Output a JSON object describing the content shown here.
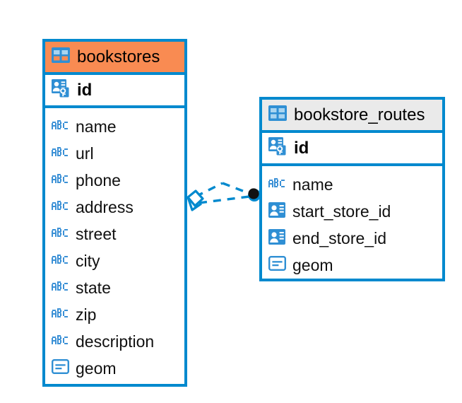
{
  "diagram": {
    "type": "entity-relationship-diagram",
    "background": "#ffffff",
    "accent_color": "#0089CE",
    "highlight_color": "#F98B52",
    "header_neutral_color": "#EAEAEA"
  },
  "entities": [
    {
      "name": "bookstores",
      "header_style": "highlighted-orange",
      "primary_key": {
        "label": "id",
        "icon": "primary-key-icon"
      },
      "fields": [
        {
          "label": "name",
          "icon": "abc-text-icon"
        },
        {
          "label": "url",
          "icon": "abc-text-icon"
        },
        {
          "label": "phone",
          "icon": "abc-text-icon"
        },
        {
          "label": "address",
          "icon": "abc-text-icon"
        },
        {
          "label": "street",
          "icon": "abc-text-icon"
        },
        {
          "label": "city",
          "icon": "abc-text-icon"
        },
        {
          "label": "state",
          "icon": "abc-text-icon"
        },
        {
          "label": "zip",
          "icon": "abc-text-icon"
        },
        {
          "label": "description",
          "icon": "abc-text-icon"
        },
        {
          "label": "geom",
          "icon": "geometry-icon"
        }
      ]
    },
    {
      "name": "bookstore_routes",
      "header_style": "neutral-gray",
      "primary_key": {
        "label": "id",
        "icon": "primary-key-icon"
      },
      "fields": [
        {
          "label": "name",
          "icon": "abc-text-icon"
        },
        {
          "label": "start_store_id",
          "icon": "foreign-key-icon"
        },
        {
          "label": "end_store_id",
          "icon": "foreign-key-icon"
        },
        {
          "label": "geom",
          "icon": "geometry-icon"
        }
      ]
    }
  ],
  "relationship": {
    "from_entity": "bookstores",
    "to_entity": "bookstore_routes",
    "line_style": "dashed",
    "source_marker": "open-diamond",
    "target_marker": "filled-circle",
    "color": "#0089CE"
  }
}
